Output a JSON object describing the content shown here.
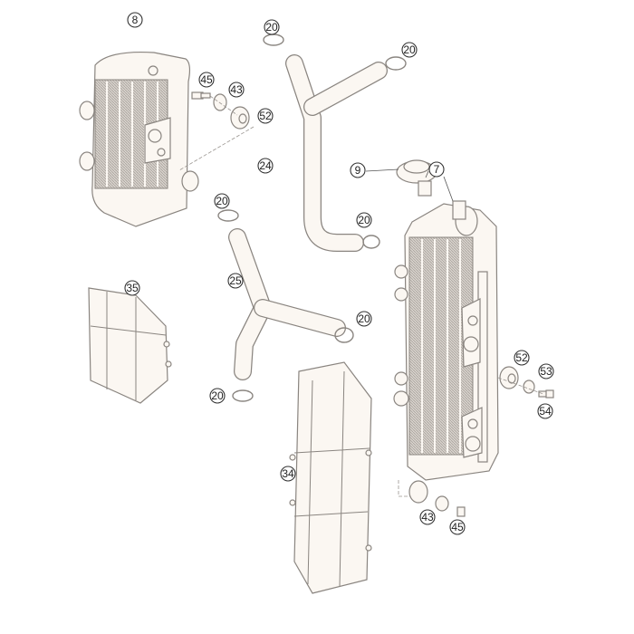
{
  "diagram": {
    "title": "Radiator / cooling system exploded view",
    "callouts": {
      "left_radiator": "8",
      "left_bolt": "45",
      "left_washer": "43",
      "left_grommet": "52",
      "clamp_top_left": "20",
      "clamp_top_right": "20",
      "upper_hose": "24",
      "radiator_cap": "9",
      "right_radiator": "7",
      "clamp_mid_left": "20",
      "clamp_mid_right": "20",
      "lower_hose": "25",
      "clamp_lower_right": "20",
      "left_shroud": "35",
      "clamp_bottom": "20",
      "right_shroud": "34",
      "right_grommet": "52",
      "right_washer": "53",
      "right_bolt": "54",
      "bottom_washer": "43",
      "bottom_bolt": "45"
    }
  }
}
